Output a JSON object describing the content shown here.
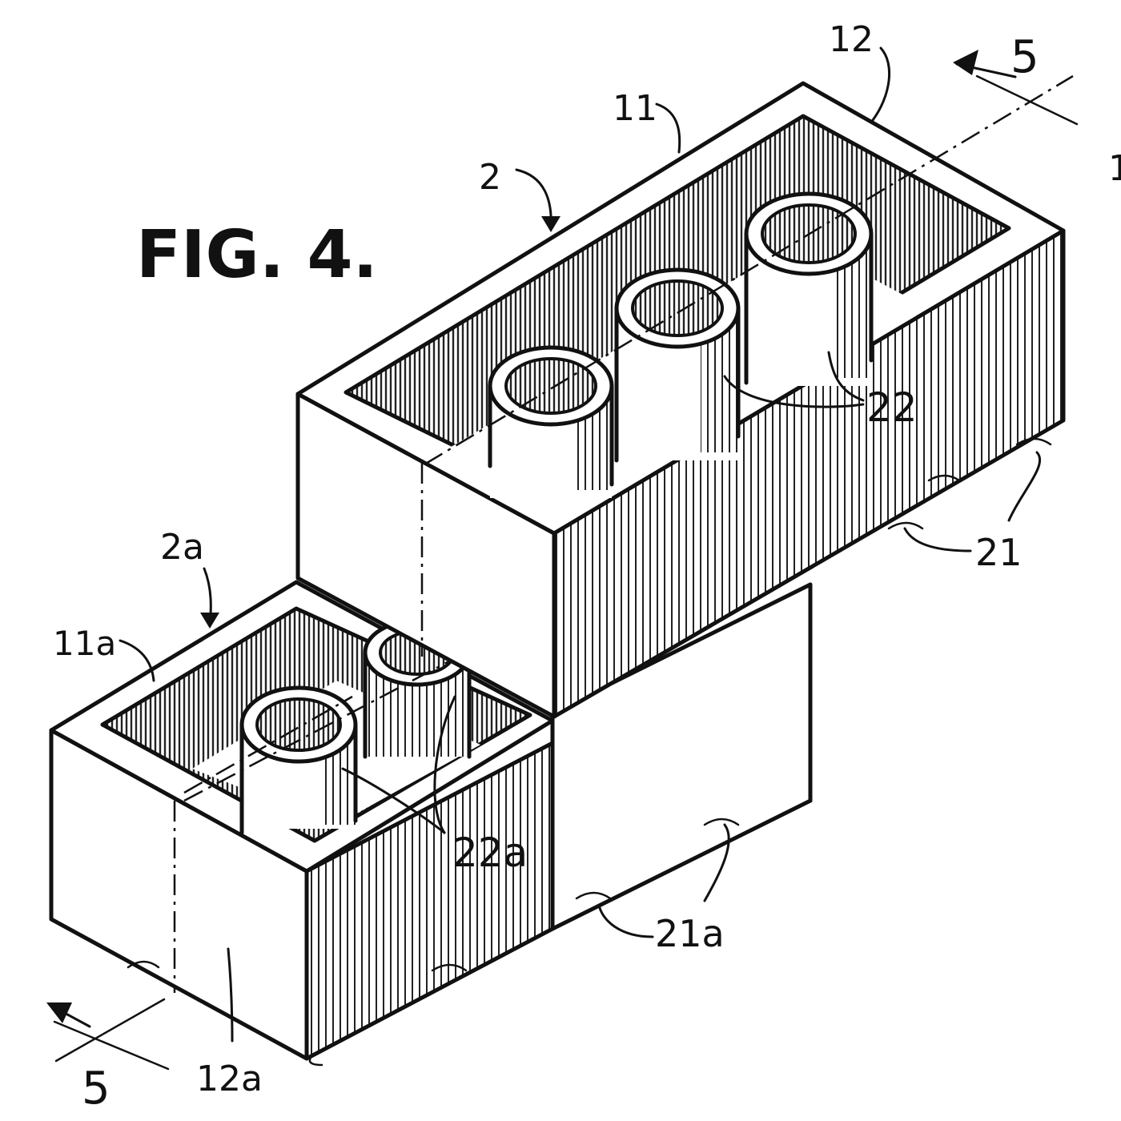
{
  "figure": {
    "title": "FIG. 4.",
    "labels": {
      "brick_upper": "2",
      "brick_lower": "2a",
      "wall_upper": "11",
      "wall_lower": "11a",
      "end_wall_upper": "12",
      "end_wall_lower": "12a",
      "tubes_upper": "22",
      "tubes_lower": "22a",
      "studs_upper": "21",
      "studs_lower": "21a",
      "section_top": "5",
      "section_bottom": "5",
      "edge_fragment": "1"
    }
  },
  "colors": {
    "ink": "#111111",
    "paper": "#ffffff"
  }
}
